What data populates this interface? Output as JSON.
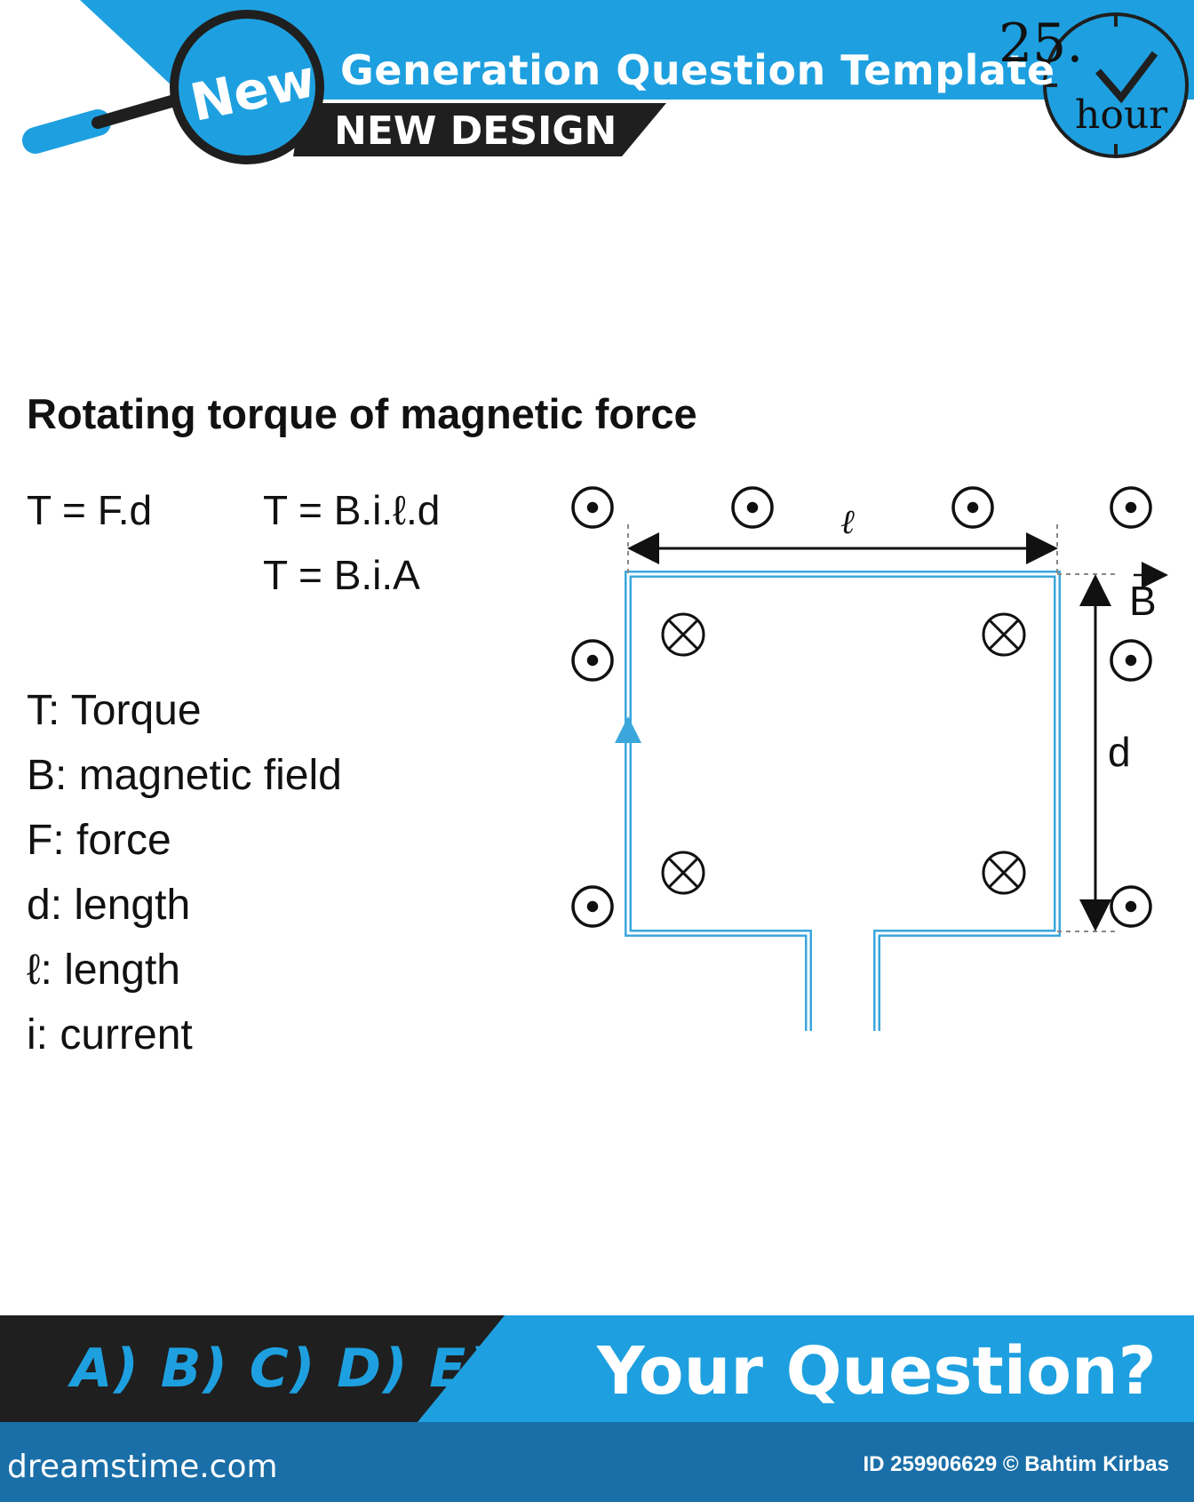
{
  "header": {
    "badge": "New",
    "title": "Generation Question Template",
    "subtitle": "NEW DESIGN",
    "clock_number": "25.",
    "clock_unit": "hour"
  },
  "content": {
    "title": "Rotating torque of magnetic force",
    "formulas": [
      "T = F.d",
      "T = B.i.ℓ.d",
      "T = B.i.A"
    ],
    "legend": [
      "T: Torque",
      "B: magnetic field",
      "F: force",
      "d: length",
      "ℓ: length",
      "i: current"
    ]
  },
  "diagram": {
    "label_width": "ℓ",
    "label_height": "d",
    "label_field": "B"
  },
  "footer": {
    "options": "A) B) C) D) E)",
    "question": "Your Question?",
    "site": "dreamstime.com",
    "credit": "ID 259906629 © Bahtim Kirbas"
  },
  "colors": {
    "accent_blue": "#1ea0e0",
    "dark_band": "#1f1f1f",
    "wire_blue": "#3aa6dc"
  }
}
